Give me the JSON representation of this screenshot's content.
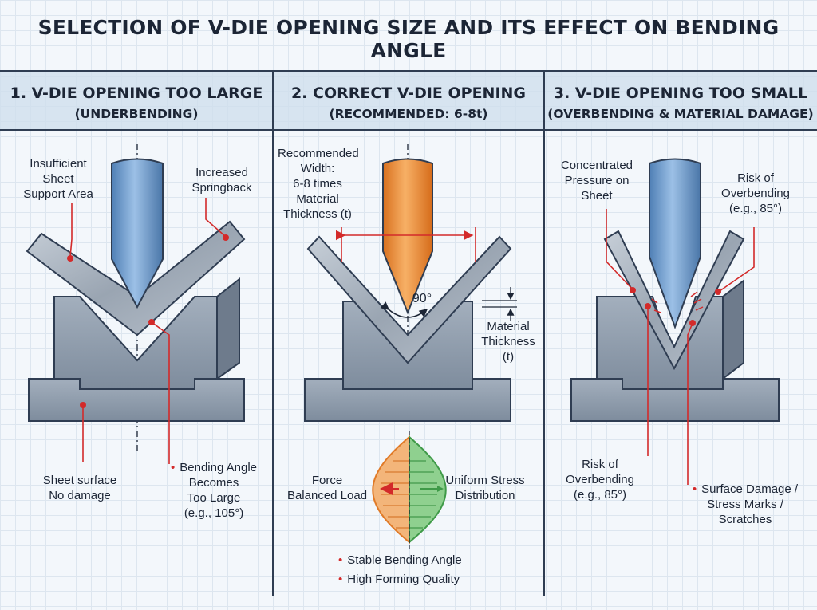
{
  "title": "SELECTION OF V-DIE OPENING SIZE AND ITS EFFECT ON BENDING ANGLE",
  "panels": [
    {
      "heading": "1. V-DIE OPENING TOO LARGE",
      "subheading": "(UNDERBENDING)",
      "labels": {
        "support": "Insufficient\nSheet\nSupport Area",
        "springback": "Increased\nSpringback",
        "surface": "Sheet surface\nNo damage",
        "angle": "Bending Angle\nBecomes\nToo Large\n(e.g., 105°)"
      }
    },
    {
      "heading": "2. CORRECT V-DIE OPENING",
      "subheading": "(RECOMMENDED: 6-8t)",
      "labels": {
        "width": "Recommended\nWidth:\n6-8 times\nMaterial\nThickness (t)",
        "angle": "90°",
        "thickness": "Material\nThickness\n(t)",
        "force": "Force\nBalanced Load",
        "stress": "Uniform Stress\nDistribution",
        "bullet1": "Stable Bending Angle",
        "bullet2": "High Forming Quality"
      }
    },
    {
      "heading": "3. V-DIE OPENING TOO SMALL",
      "subheading": "(OVERBENDING & MATERIAL DAMAGE)",
      "labels": {
        "pressure": "Concentrated\nPressure on\nSheet",
        "risk_top": "Risk of\nOverbending\n(e.g., 85°)",
        "risk_bottom": "Risk of\nOverbending\n(e.g., 85°)",
        "damage": "Surface Damage /\nStress Marks /\nScratches"
      }
    }
  ],
  "colors": {
    "accent": "#d32a2a",
    "punch_blue": "#6f9ccc",
    "punch_orange": "#ee8a32",
    "die_gray": "#8795a6",
    "sheet_steel": "#aab4c0",
    "stress_green": "#4ba052",
    "stress_orange": "#f0a35a"
  }
}
